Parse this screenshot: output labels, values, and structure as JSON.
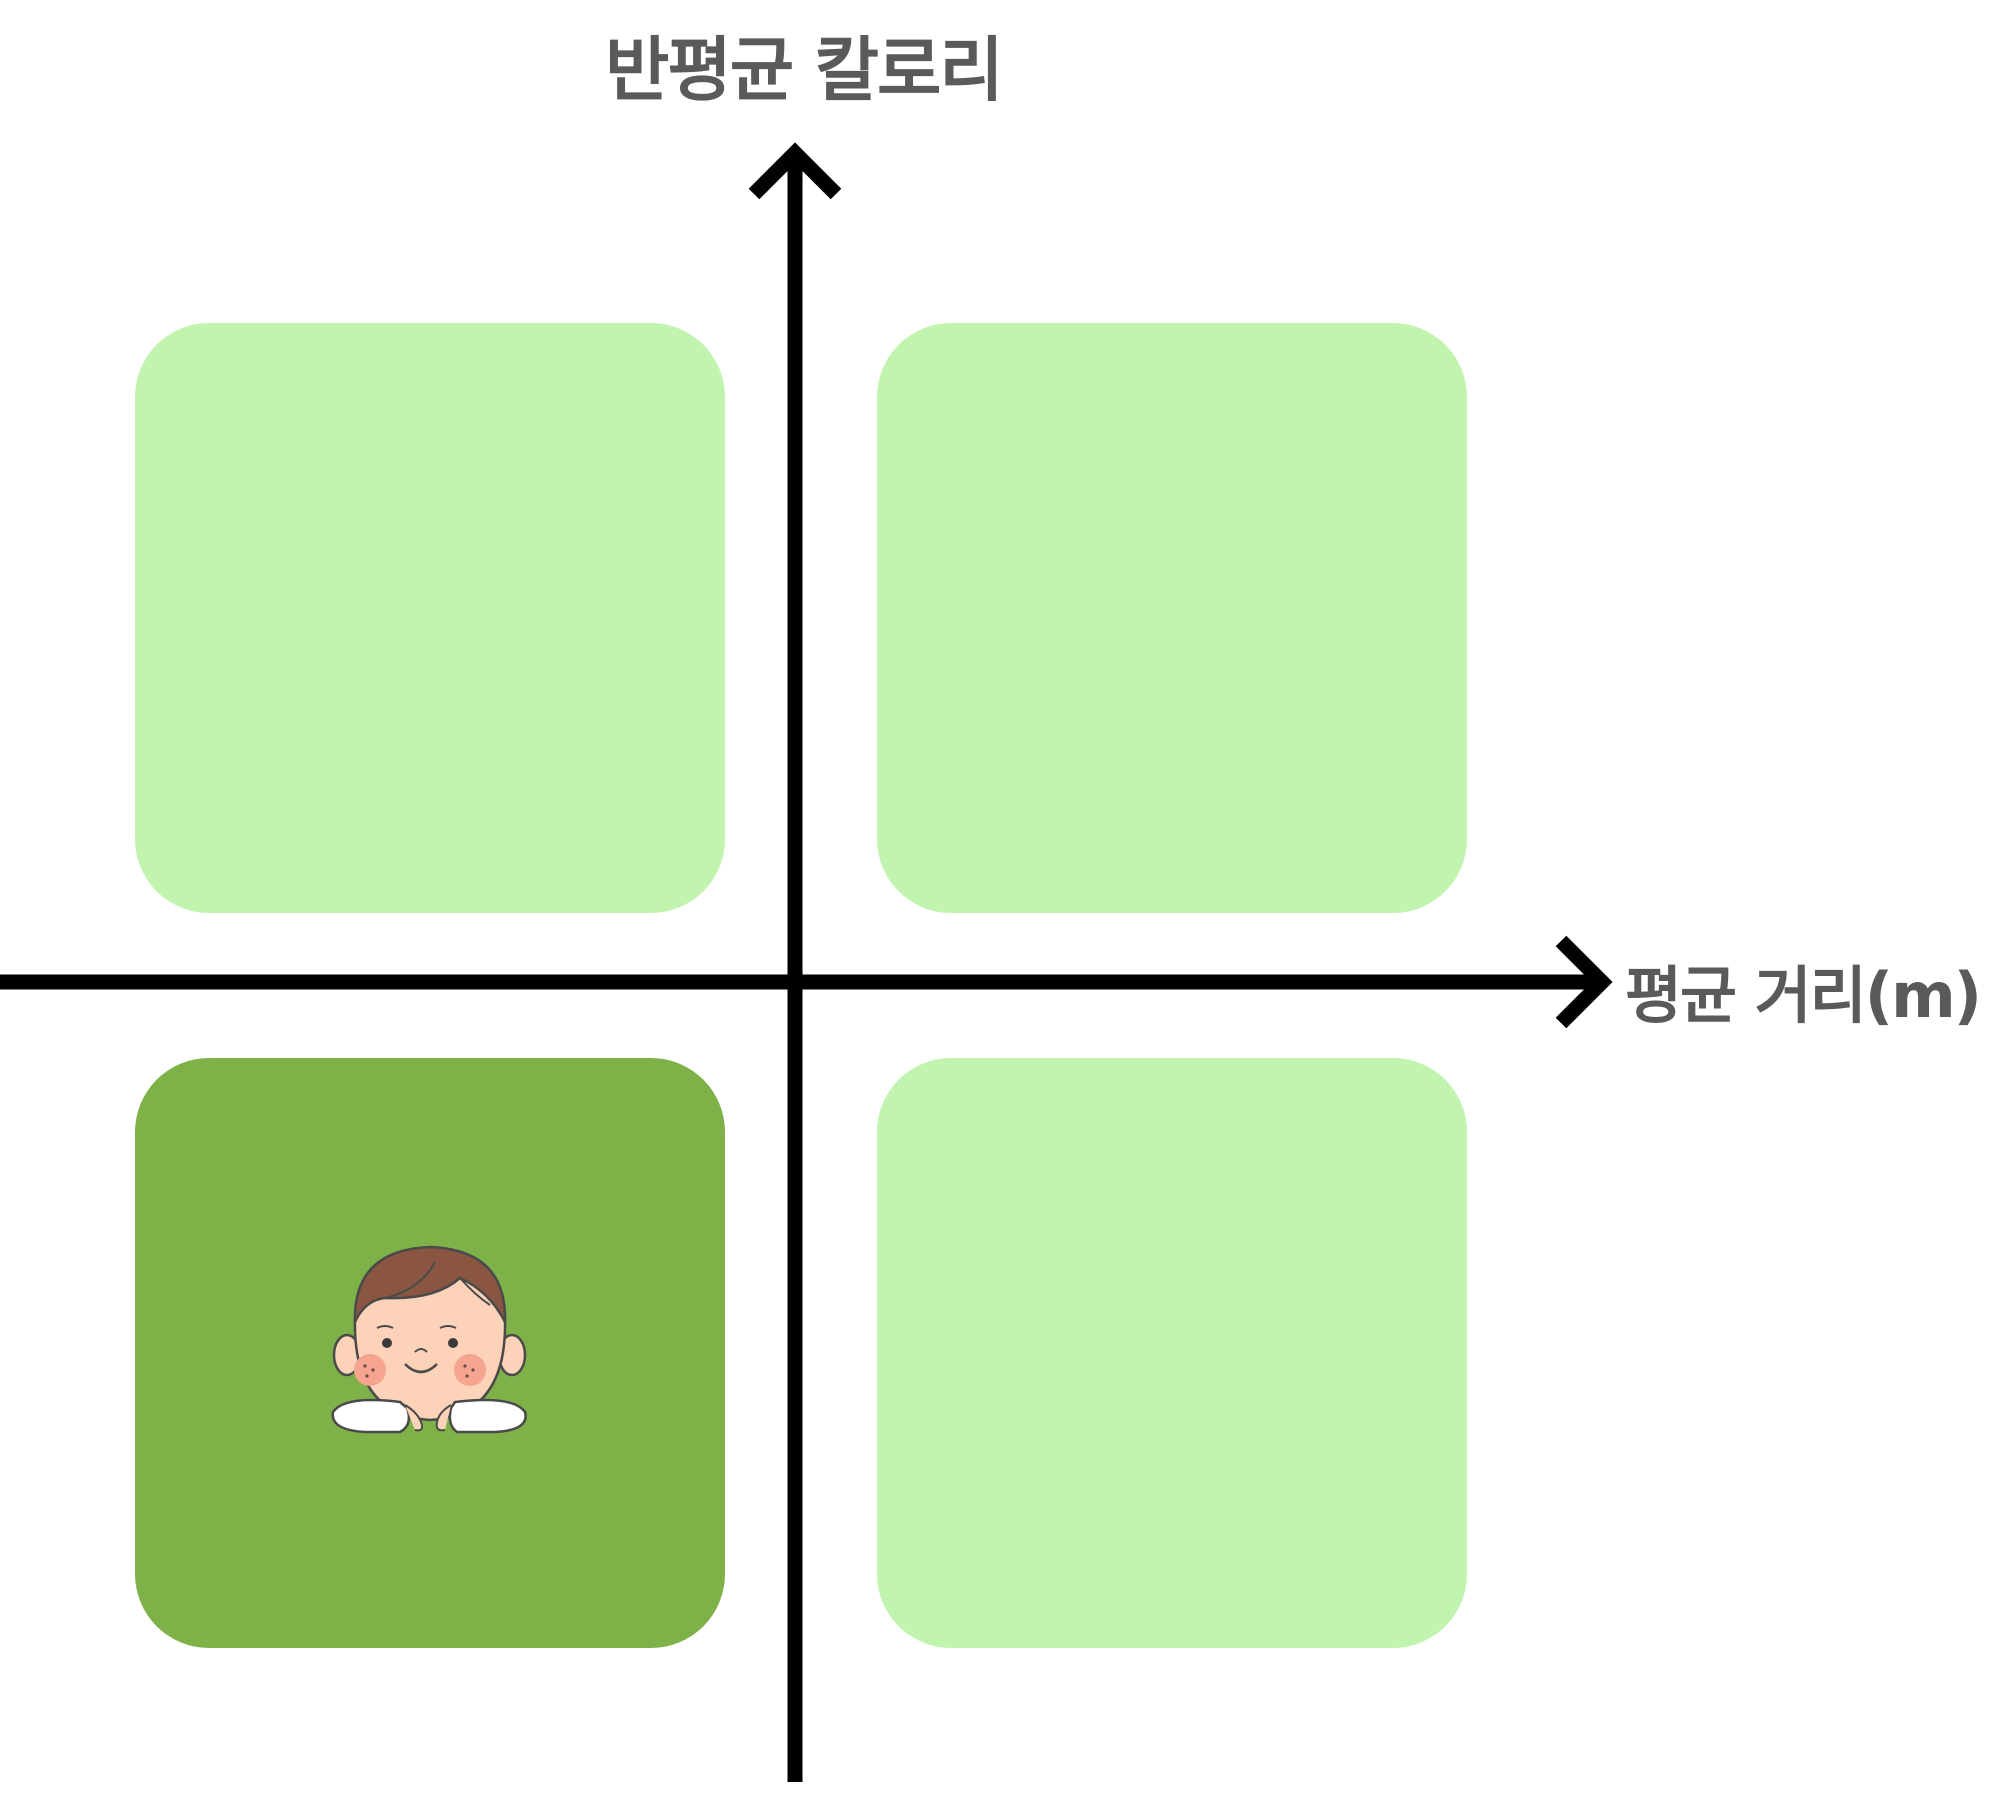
{
  "axes": {
    "y_label": "반평균 칼로리",
    "x_label": "평균 거리(m)"
  },
  "quadrants": [
    {
      "id": "top-left",
      "color": "#c1f4ae",
      "highlighted": false
    },
    {
      "id": "top-right",
      "color": "#c1f4ae",
      "highlighted": false
    },
    {
      "id": "bottom-left",
      "color": "#7eb249",
      "highlighted": true,
      "icon": "child-face-icon"
    },
    {
      "id": "bottom-right",
      "color": "#c1f4ae",
      "highlighted": false
    }
  ],
  "colors": {
    "axis": "#000000",
    "label_text": "#5a5a5a",
    "quadrant_light": "#c1f4ae",
    "quadrant_highlight": "#7eb249"
  }
}
